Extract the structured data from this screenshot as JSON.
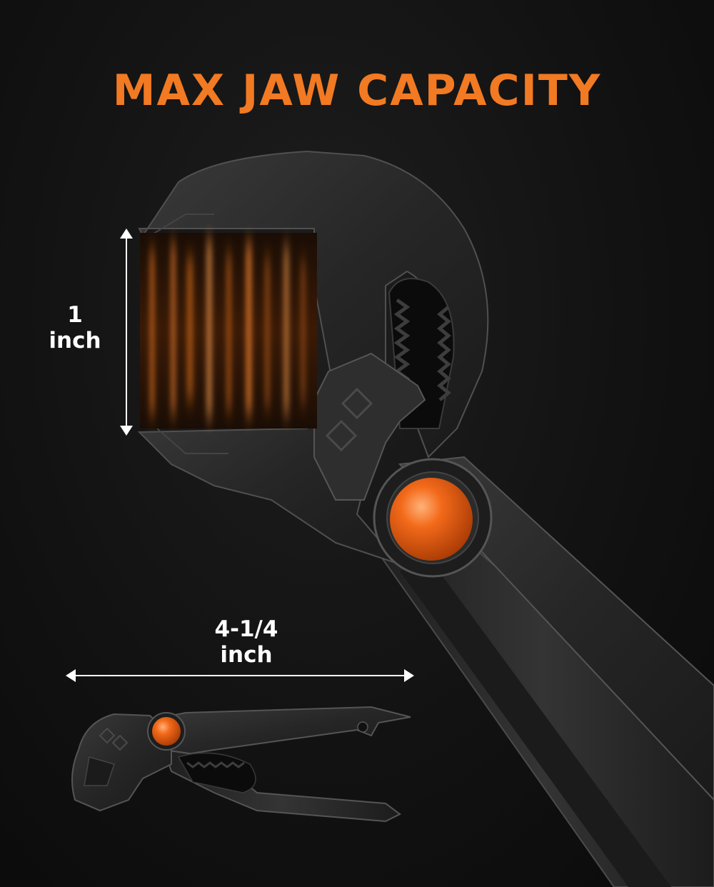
{
  "headline": "MAX JAW CAPACITY",
  "jaw_capacity": {
    "value": "1",
    "unit": "inch"
  },
  "tool_length": {
    "value": "4-1/4",
    "unit": "inch"
  },
  "icons": [
    "pliers-wrench-closeup-image",
    "pliers-wrench-full-view-image",
    "vertical-dimension-arrow-icon",
    "horizontal-dimension-arrow-icon",
    "brand-diamond-logo"
  ],
  "colors": {
    "accent": "#f27a22",
    "background": "#111111",
    "text": "#ffffff",
    "tool_body": "#2a2a2a"
  }
}
